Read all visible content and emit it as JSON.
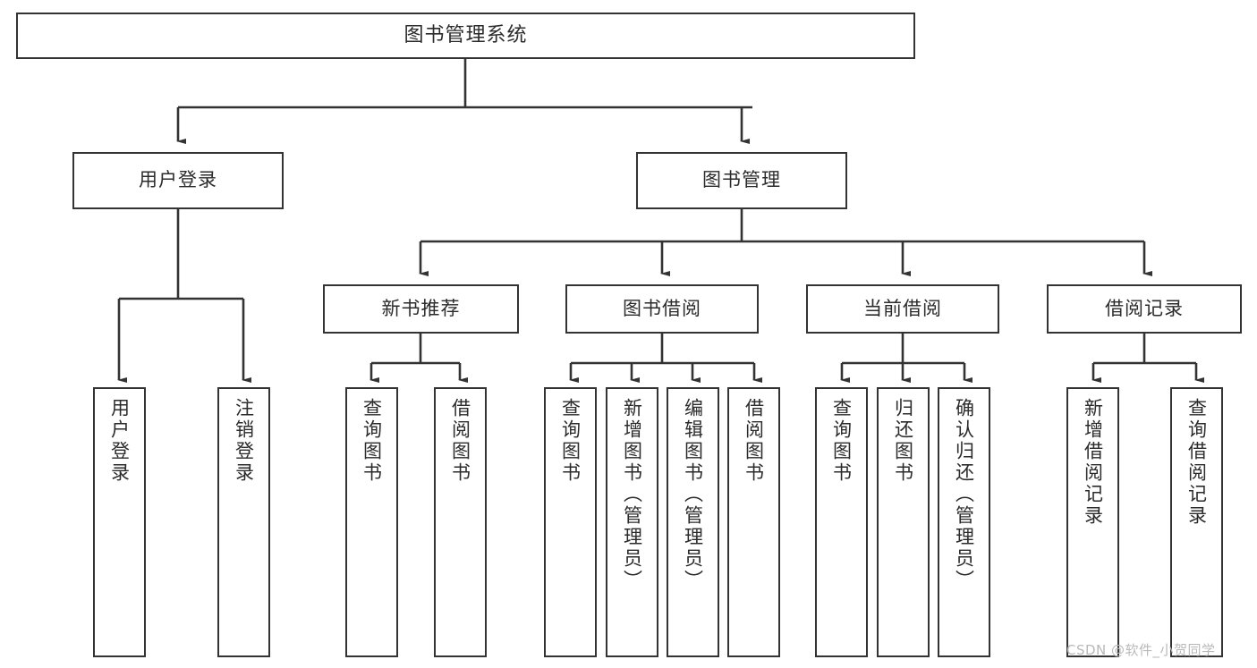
{
  "diagram": {
    "title": "图书管理系统",
    "watermark": "CSDN @软件_小贺同学",
    "accent_color": "#333333",
    "box_fill": "#ffffff",
    "text_color": "#2b2b2b",
    "levels": {
      "level1": [
        {
          "id": "root",
          "label": "图书管理系统"
        }
      ],
      "level2": [
        {
          "id": "user-login",
          "label": "用户登录"
        },
        {
          "id": "book-manage",
          "label": "图书管理"
        }
      ],
      "level3": [
        {
          "id": "new-book-rec",
          "label": "新书推荐",
          "parent": "book-manage"
        },
        {
          "id": "book-borrow",
          "label": "图书借阅",
          "parent": "book-manage"
        },
        {
          "id": "current-borrow",
          "label": "当前借阅",
          "parent": "book-manage"
        },
        {
          "id": "borrow-record",
          "label": "借阅记录",
          "parent": "book-manage"
        }
      ],
      "level4": [
        {
          "id": "leaf-user-login",
          "label": "用户登录",
          "parent": "user-login"
        },
        {
          "id": "leaf-logout",
          "label": "注销登录",
          "parent": "user-login"
        },
        {
          "id": "leaf-query-book-1",
          "label": "查询图书",
          "parent": "new-book-rec"
        },
        {
          "id": "leaf-borrow-book-1",
          "label": "借阅图书",
          "parent": "new-book-rec"
        },
        {
          "id": "leaf-query-book-2",
          "label": "查询图书",
          "parent": "book-borrow"
        },
        {
          "id": "leaf-add-book",
          "label": "新增图书（管理员）",
          "parent": "book-borrow"
        },
        {
          "id": "leaf-edit-book",
          "label": "编辑图书（管理员）",
          "parent": "book-borrow"
        },
        {
          "id": "leaf-borrow-book-2",
          "label": "借阅图书",
          "parent": "book-borrow"
        },
        {
          "id": "leaf-query-book-3",
          "label": "查询图书",
          "parent": "current-borrow"
        },
        {
          "id": "leaf-return-book",
          "label": "归还图书",
          "parent": "current-borrow"
        },
        {
          "id": "leaf-confirm-return",
          "label": "确认归还（管理员）",
          "parent": "current-borrow"
        },
        {
          "id": "leaf-add-record",
          "label": "新增借阅记录",
          "parent": "borrow-record"
        },
        {
          "id": "leaf-query-record",
          "label": "查询借阅记录",
          "parent": "borrow-record"
        }
      ]
    }
  }
}
